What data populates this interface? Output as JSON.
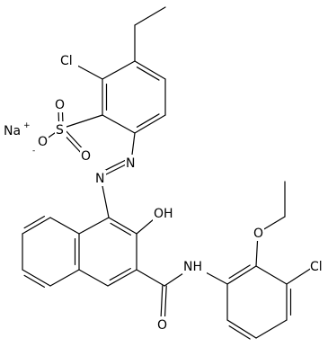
{
  "molecule": {
    "labels": {
      "cl_top": "Cl",
      "na": "Na",
      "na_charge": "+",
      "s": "S",
      "o_minus": "O",
      "o_minus_charge": "-",
      "o_right": "O",
      "o_top": "O",
      "n1": "N",
      "n2": "N",
      "oh": "OH",
      "o_amide": "O",
      "nh": "NH",
      "o_ether": "O",
      "cl_bottom": "Cl"
    }
  },
  "colors": {
    "ink": "#000000",
    "background": "#ffffff"
  }
}
